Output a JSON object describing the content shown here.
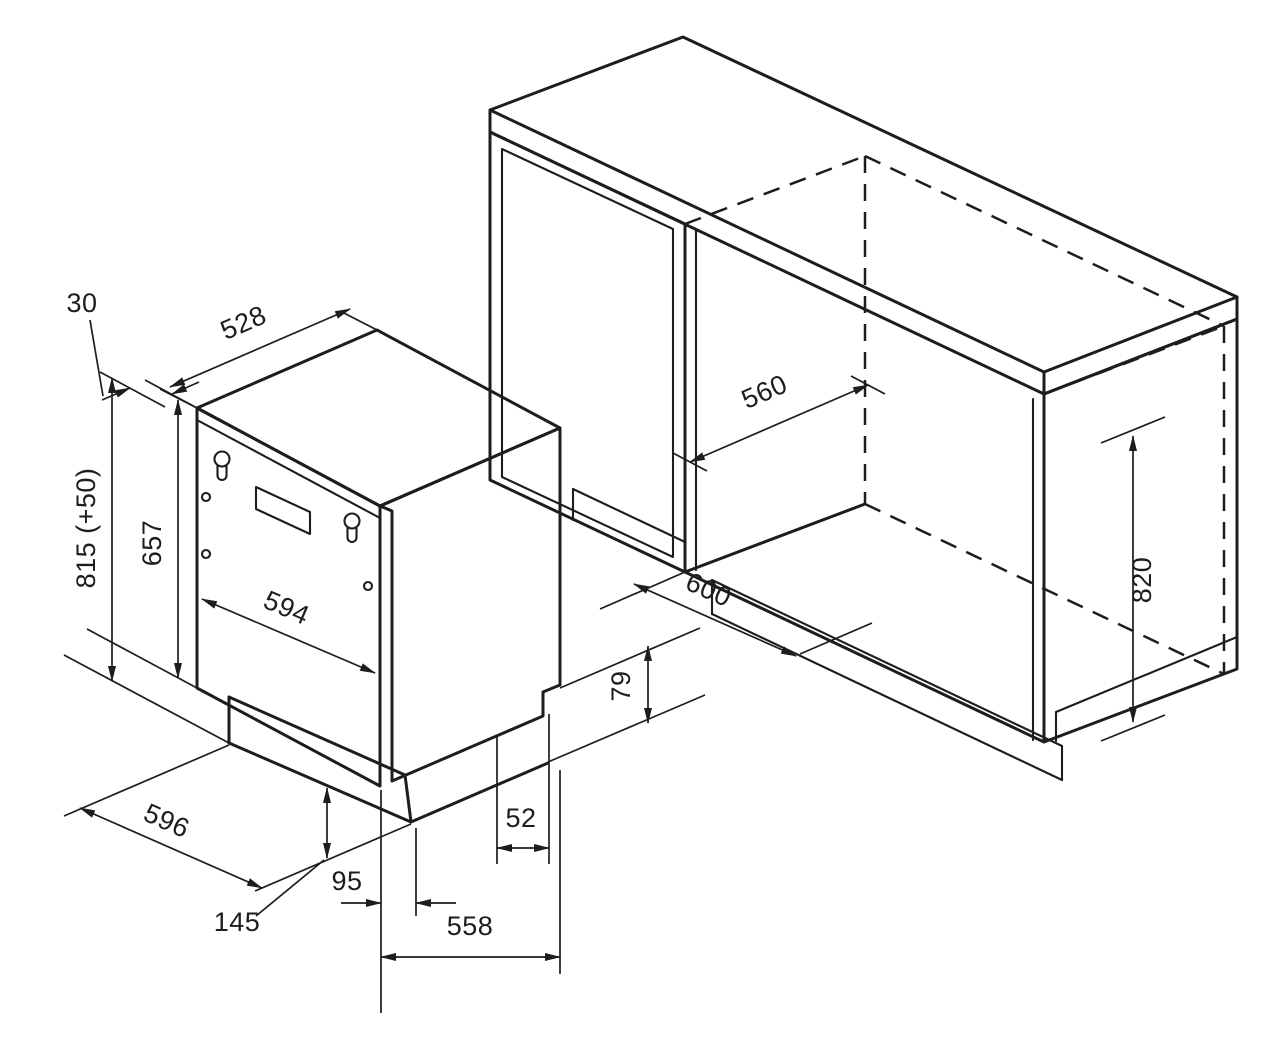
{
  "meta": {
    "background_color": "#ffffff",
    "line_color": "#1d1d1f",
    "drawing_type": "built-in dishwasher installation dimensions"
  },
  "dimensions": {
    "top_offset": "30",
    "top_depth": "528",
    "install_height": "815 (+50)",
    "door_panel_height": "657",
    "door_panel_width": "594",
    "overall_width": "596",
    "plinth_adjust": "145",
    "plinth_inset": "95",
    "body_depth": "558",
    "rear_inset": "52",
    "rear_clearance": "79",
    "niche_depth": "560",
    "niche_width": "600",
    "niche_height": "820"
  }
}
